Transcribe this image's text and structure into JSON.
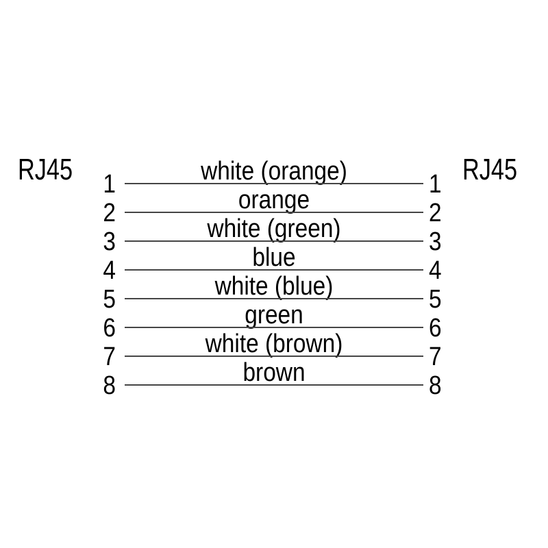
{
  "diagram": {
    "left_connector_label": "RJ45",
    "right_connector_label": "RJ45",
    "wires": [
      {
        "left_pin": "1",
        "right_pin": "1",
        "label": "white (orange)"
      },
      {
        "left_pin": "2",
        "right_pin": "2",
        "label": "orange"
      },
      {
        "left_pin": "3",
        "right_pin": "3",
        "label": "white (green)"
      },
      {
        "left_pin": "4",
        "right_pin": "4",
        "label": "blue"
      },
      {
        "left_pin": "5",
        "right_pin": "5",
        "label": "white (blue)"
      },
      {
        "left_pin": "6",
        "right_pin": "6",
        "label": "green"
      },
      {
        "left_pin": "7",
        "right_pin": "7",
        "label": "white (brown)"
      },
      {
        "left_pin": "8",
        "right_pin": "8",
        "label": "brown"
      }
    ],
    "colors": {
      "background": "#ffffff",
      "text": "#000000",
      "wire_line": "#454545"
    }
  }
}
